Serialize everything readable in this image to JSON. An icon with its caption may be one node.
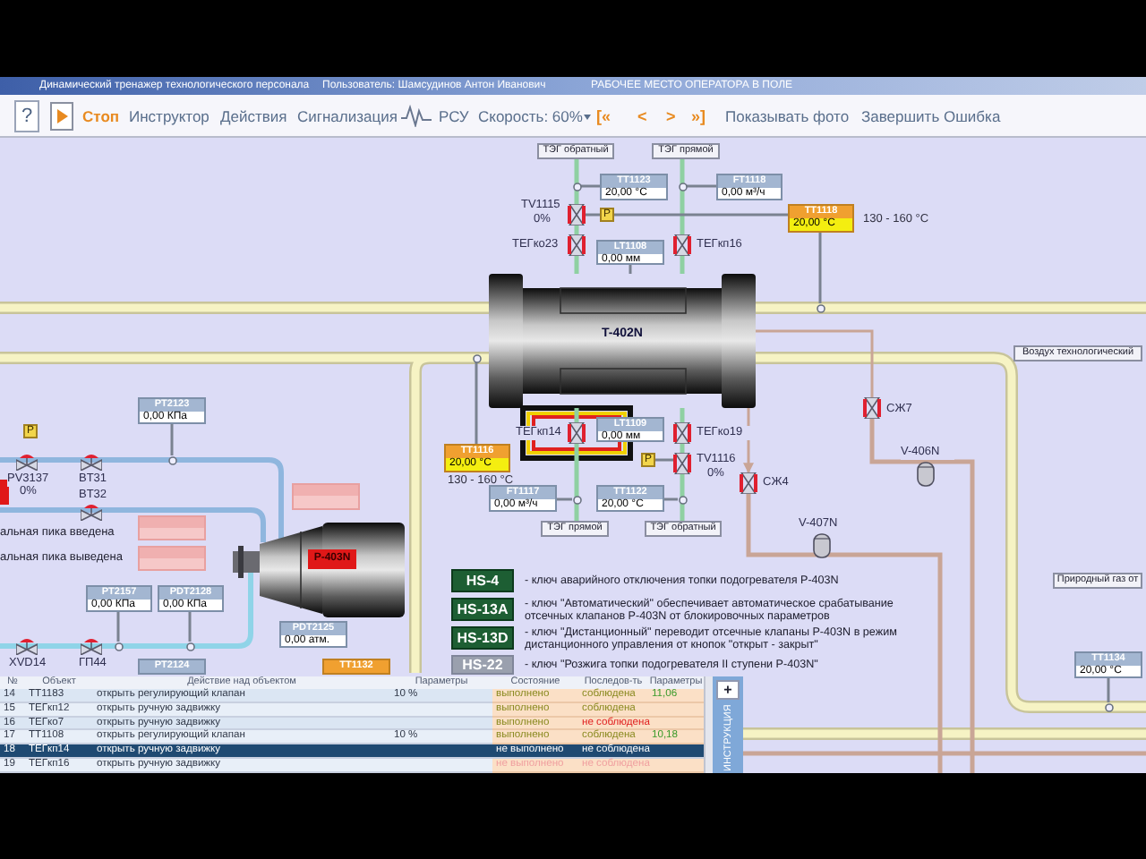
{
  "diagram": {
    "nodes": [
      {
        "text": [
          "ТЭГ обратный"
        ]
      },
      {
        "text": [
          "ТЭГ прямой"
        ]
      },
      {
        "text": [
          "TT1123",
          "20,00 °C"
        ]
      },
      {
        "text": [
          "FT1118",
          "0,00 м³/ч"
        ]
      },
      {
        "text": [
          "TT1118",
          "20,00 °C"
        ],
        "beside": [
          "130 - 160 °C"
        ]
      },
      {
        "text": [
          "P"
        ]
      },
      {
        "text": [],
        "shape": "valve",
        "beside": [
          "TV1115",
          "0%"
        ]
      },
      {
        "text": [],
        "shape": "valve",
        "beside": [
          "ТЕГко23"
        ]
      },
      {
        "text": [
          "LT1108",
          "0,00 мм"
        ]
      },
      {
        "text": [],
        "shape": "valve",
        "beside": [
          "ТЕГкп16"
        ]
      },
      {
        "text": [
          "T-402N"
        ]
      },
      {
        "text": [],
        "shape": "valve",
        "beside": [
          "ТЕГкп14"
        ]
      },
      {
        "text": [
          "LT1109",
          "0,00 мм"
        ]
      },
      {
        "text": [],
        "shape": "valve",
        "beside": [
          "ТЕГко19"
        ]
      },
      {
        "text": [
          "TT1116",
          "20,00 °C"
        ],
        "beside": [
          "130 - 160 °C"
        ]
      },
      {
        "text": [
          "P"
        ]
      },
      {
        "text": [],
        "shape": "valve",
        "beside": [
          "TV1116",
          "0%"
        ]
      },
      {
        "text": [
          "FT1117",
          "0,00 м³/ч"
        ]
      },
      {
        "text": [
          "TT1122",
          "20,00 °C"
        ]
      },
      {
        "text": [
          "ТЭГ прямой"
        ]
      },
      {
        "text": [
          "ТЭГ обратный"
        ]
      },
      {
        "text": [],
        "shape": "valve",
        "beside": [
          "СЖ7"
        ]
      },
      {
        "text": [],
        "shape": "valve",
        "beside": [
          "СЖ4"
        ]
      },
      {
        "text": [],
        "shape": "cylinder",
        "beside": [
          "V-406N"
        ]
      },
      {
        "text": [],
        "shape": "cylinder",
        "beside": [
          "V-407N"
        ]
      },
      {
        "text": [
          "Воздух технологический"
        ]
      },
      {
        "text": [
          "Природный газ от"
        ]
      },
      {
        "text": [
          "TT1134",
          "20,00 °C"
        ]
      },
      {
        "text": [
          "PT2123",
          "0,00 КПа"
        ]
      },
      {
        "text": [
          "P"
        ]
      },
      {
        "text": [],
        "shape": "valve",
        "beside": [
          "PV3137",
          "0%"
        ]
      },
      {
        "text": [],
        "shape": "valve",
        "beside": [
          "BT31"
        ]
      },
      {
        "text": [],
        "shape": "valve",
        "beside": [
          "BT32"
        ]
      },
      {
        "text": [],
        "shape": "box"
      },
      {
        "text": [],
        "shape": "box"
      },
      {
        "text": [],
        "shape": "box"
      },
      {
        "text": [
          "P-403N"
        ]
      },
      {
        "text": [
          "PT2157",
          "0,00 КПа"
        ]
      },
      {
        "text": [
          "PDT2128",
          "0,00 КПа"
        ]
      },
      {
        "text": [
          "PDT2125",
          "0,00 атм."
        ]
      },
      {
        "text": [],
        "shape": "valve",
        "beside": [
          "XVD14"
        ]
      },
      {
        "text": [],
        "shape": "valve",
        "beside": [
          "ГП44"
        ]
      },
      {
        "text": [
          "PT2124"
        ]
      },
      {
        "text": [
          "TT1132"
        ]
      },
      {
        "text": [
          "HS-4"
        ],
        "beside": [
          "- ключ аварийного отключения топки подогревателя P-403N"
        ]
      },
      {
        "text": [
          "HS-13A"
        ],
        "beside": [
          "- ключ \"Автоматический\" обеспечивает автоматическое срабатывание отсечных клапанов P-403N от блокировочных параметров"
        ]
      },
      {
        "text": [
          "HS-13D"
        ],
        "beside": [
          "- ключ \"Дистанционный\" переводит отсечные клапаны P-403N в режим дистанционного управления от кнопок \"открыт - закрыт\""
        ]
      },
      {
        "text": [
          "HS-22"
        ],
        "beside": [
          "- ключ \"Розжига топки подогревателя II ступени P-403N\""
        ]
      },
      {
        "text": [],
        "shape": "circle"
      },
      {
        "text": [],
        "shape": "circle"
      },
      {
        "text": [],
        "shape": "circle"
      },
      {
        "text": [],
        "shape": "circle"
      },
      {
        "text": [],
        "shape": "circle"
      },
      {
        "text": [],
        "shape": "circle"
      },
      {
        "text": [],
        "shape": "circle"
      },
      {
        "text": [],
        "shape": "circle"
      },
      {
        "text": [],
        "shape": "circle"
      },
      {
        "text": [],
        "shape": "circle"
      }
    ],
    "edges": [
      {
        "from": 0,
        "to": 6,
        "arrow": "none"
      },
      {
        "from": 6,
        "to": 7,
        "arrow": "none"
      },
      {
        "from": 7,
        "to": 10,
        "arrow": "none"
      },
      {
        "from": 1,
        "to": 9,
        "arrow": "none"
      },
      {
        "from": 9,
        "to": 10,
        "arrow": "none"
      },
      {
        "from": 10,
        "to": 11,
        "arrow": "none"
      },
      {
        "from": 11,
        "to": 19,
        "arrow": "none"
      },
      {
        "from": 10,
        "to": 13,
        "arrow": "none"
      },
      {
        "from": 13,
        "to": 16,
        "arrow": "none"
      },
      {
        "from": 16,
        "to": 20,
        "arrow": "none"
      },
      {
        "from": 10,
        "to": 22,
        "arrow": "to",
        "color": "#c9a596"
      },
      {
        "from": 10,
        "to": 21,
        "arrow": "none",
        "color": "#c9a596"
      },
      {
        "from": 5,
        "to": 4,
        "arrow": "none",
        "color": "#7a8290"
      },
      {
        "from": 5,
        "to": 6,
        "arrow": "none",
        "color": "#7a8290"
      },
      {
        "from": 15,
        "to": 16,
        "arrow": "none",
        "color": "#7a8290"
      },
      {
        "from": 2,
        "to": 48,
        "arrow": "none",
        "color": "#7a8290"
      },
      {
        "from": 3,
        "to": 49,
        "arrow": "none",
        "color": "#7a8290"
      },
      {
        "from": 4,
        "to": 50,
        "arrow": "none",
        "color": "#7a8290"
      },
      {
        "from": 8,
        "to": 10,
        "arrow": "none",
        "color": "#7a8290"
      },
      {
        "from": 14,
        "to": 51,
        "arrow": "none",
        "color": "#7a8290"
      },
      {
        "from": 17,
        "to": 52,
        "arrow": "none",
        "color": "#7a8290"
      },
      {
        "from": 18,
        "to": 53,
        "arrow": "none",
        "color": "#7a8290"
      },
      {
        "from": 28,
        "to": 54,
        "arrow": "none",
        "color": "#7a8290"
      },
      {
        "from": 37,
        "to": 55,
        "arrow": "none",
        "color": "#7a8290"
      },
      {
        "from": 38,
        "to": 56,
        "arrow": "none",
        "color": "#7a8290"
      },
      {
        "from": 27,
        "to": 57,
        "arrow": "none",
        "color": "#7a8290"
      }
    ],
    "labels": [
      "Динамический тренажер технологического персонала",
      "Пользователь: Шамсудинов Антон Иванович",
      "РАБОЧЕЕ МЕСТО ОПЕРАТОРА В ПОЛЕ",
      "?",
      "Стоп",
      "Инструктор",
      "Действия",
      "Сигнализация",
      "РСУ",
      "Скорость: 60%",
      "[«",
      "<",
      ">",
      "»]",
      "Показывать фото",
      "Завершить",
      "Ошибка",
      "альная пика введена",
      "альная пика выведена",
      "№",
      "Объект",
      "Действие над объектом",
      "Параметры",
      "Состояние",
      "Последов-ть",
      "Параметры",
      "14",
      "TT1183",
      "открыть регулирующий клапан",
      "10 %",
      "выполнено",
      "соблюдена",
      "11,06",
      "15",
      "ТЕГкп12",
      "открыть ручную задвижку",
      "выполнено",
      "соблюдена",
      "16",
      "ТЕГко7",
      "открыть ручную задвижку",
      "выполнено",
      "не соблюдена",
      "17",
      "TT1108",
      "открыть регулирующий клапан",
      "10 %",
      "выполнено",
      "соблюдена",
      "10,18",
      "18",
      "ТЕГкп14",
      "открыть ручную задвижку",
      "не выполнено",
      "не соблюдена",
      "19",
      "ТЕГкп16",
      "открыть ручную задвижку",
      "не выполнено",
      "не соблюдена",
      "+",
      "ИНСТРУКЦИЯ"
    ]
  }
}
